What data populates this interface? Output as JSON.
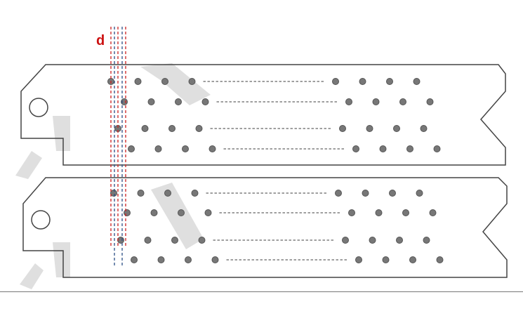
{
  "labels": {
    "d": "d"
  },
  "colors": {
    "outline": "#444444",
    "hole_fill": "#777777",
    "hole_stroke": "#555555",
    "dash_line": "#666666",
    "marker_red": "#cc1f1f",
    "marker_blue": "#2b4f86",
    "shadow": "#d4d4d4",
    "label": "#cc1111"
  },
  "hole_rows_per_strip": 4,
  "holes_each_side_per_row": 4,
  "strip_count": 2
}
